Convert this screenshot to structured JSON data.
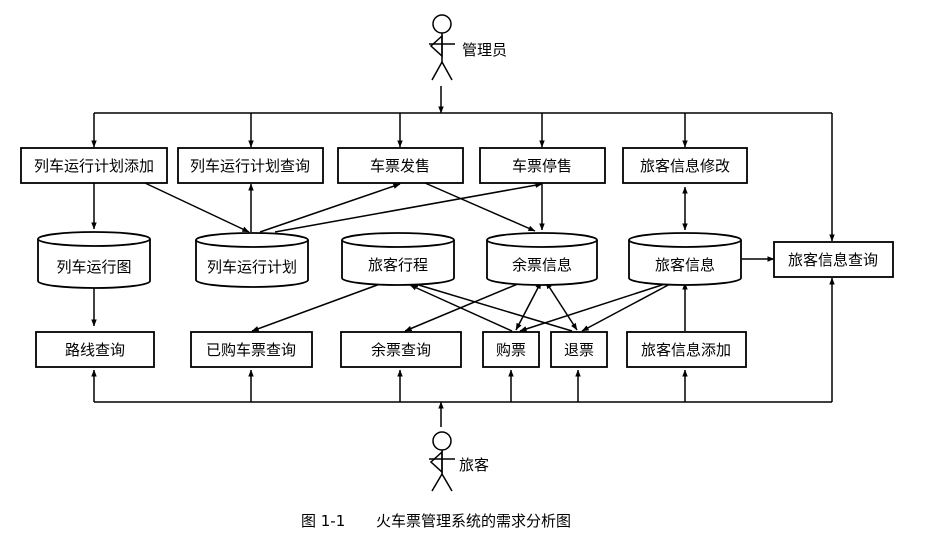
{
  "actors": {
    "admin": "管理员",
    "passenger": "旅客"
  },
  "processes": {
    "train_plan_add": "列车运行计划添加",
    "train_plan_query": "列车运行计划查询",
    "ticket_sale": "车票发售",
    "ticket_stop": "车票停售",
    "passenger_modify": "旅客信息修改",
    "passenger_query": "旅客信息查询",
    "route_query": "路线查询",
    "bought_query": "已购车票查询",
    "remain_query": "余票查询",
    "buy": "购票",
    "refund": "退票",
    "passenger_add": "旅客信息添加"
  },
  "stores": {
    "train_diagram": "列车运行图",
    "train_plan": "列车运行计划",
    "passenger_trip": "旅客行程",
    "remain_info": "余票信息",
    "passenger_info": "旅客信息"
  },
  "caption": {
    "figure_no": "图 1-1",
    "title": "火车票管理系统的需求分析图"
  }
}
